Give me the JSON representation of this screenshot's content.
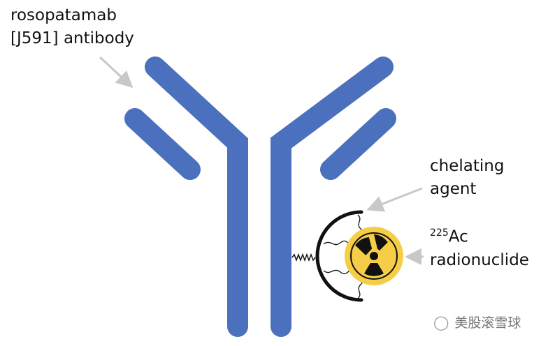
{
  "labels": {
    "antibody_line1": "rosopatamab",
    "antibody_line2": "[J591] antibody",
    "chelator_line1": "chelating",
    "chelator_line2": "agent",
    "isotope_mass": "225",
    "isotope_symbol": "Ac",
    "radionuclide": "radionuclide"
  },
  "watermark": "美股滚雪球",
  "colors": {
    "antibody_top": "#0a3a80",
    "antibody_bottom": "#4b70bd",
    "radionuclide": "#f5cd47",
    "arrow": "#c8c8c8"
  }
}
